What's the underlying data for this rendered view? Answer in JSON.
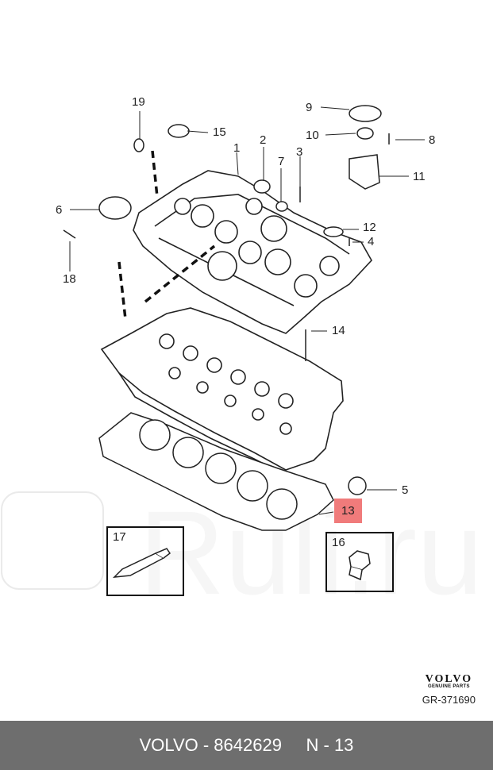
{
  "callouts": [
    "19",
    "15",
    "1",
    "2",
    "7",
    "3",
    "9",
    "10",
    "8",
    "11",
    "6",
    "12",
    "4",
    "18",
    "14",
    "5",
    "13"
  ],
  "highlighted_callout": "13",
  "insets": {
    "left_number": "17",
    "right_number": "16"
  },
  "brand": {
    "logo": "VOLVO",
    "subtitle": "GENUINE PARTS",
    "code": "GR-371690"
  },
  "footer": {
    "text": "VOLVO - 8642629     N - 13"
  },
  "colors": {
    "highlight": "#f07b7b",
    "footer_bg": "#6e6e6e",
    "line": "#222222"
  }
}
